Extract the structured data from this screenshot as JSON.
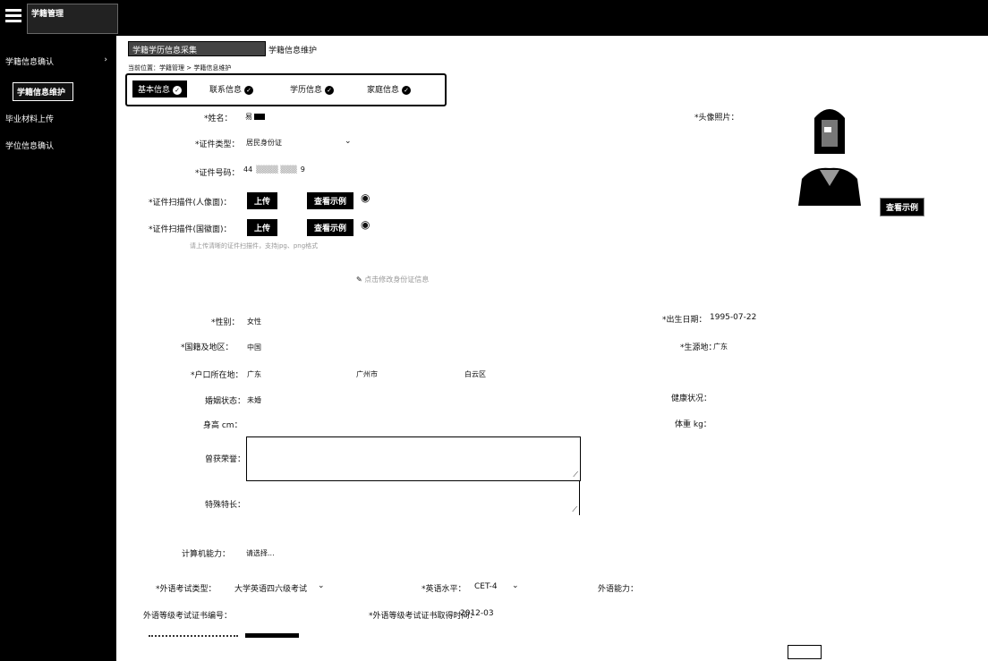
{
  "header": {
    "logo_line1": "学籍管理",
    "logo_line2": ""
  },
  "sidebar": {
    "items": [
      {
        "label": "学籍信息确认"
      },
      {
        "label": "学籍信息维护"
      },
      {
        "label": "毕业材料上传"
      },
      {
        "label": "学位信息确认"
      }
    ]
  },
  "page": {
    "title_box": "学籍学历信息采集",
    "title": "学籍信息维护",
    "breadcrumb": "当前位置：学籍管理 > 学籍信息维护"
  },
  "steps": [
    {
      "label": "基本信息"
    },
    {
      "label": "联系信息"
    },
    {
      "label": "学历信息"
    },
    {
      "label": "家庭信息"
    }
  ],
  "form": {
    "name_label": "*姓名：",
    "name_value": "易",
    "id_type_label": "*证件类型：",
    "id_type_value": "居民身份证",
    "id_number_label": "*证件号码：",
    "id_number_value": "44",
    "id_number_tail": "9",
    "scan_front_label": "*证件扫描件(人像面)：",
    "scan_back_label": "*证件扫描件(国徽面)：",
    "upload_btn": "上传",
    "example_btn": "查看示例",
    "upload_hint": "请上传清晰的证件扫描件，支持jpg、png格式",
    "edit_link": "点击修改身份证信息",
    "photo_label": "*头像照片：",
    "photo_example_btn": "查看示例",
    "gender_label": "*性别：",
    "gender_value": "女性",
    "birth_label": "*出生日期：",
    "birth_value": "1995-07-22",
    "nationality_label": "*国籍及地区：",
    "nationality_value": "中国",
    "native_label": "*生源地：",
    "native_value": "广东",
    "hukou_label": "*户口所在地：",
    "hukou_province": "广东",
    "hukou_city": "广州市",
    "hukou_district": "白云区",
    "marital_label": "婚姻状态：",
    "marital_value": "未婚",
    "health_label": "健康状况：",
    "height_label": "身高 cm：",
    "weight_label": "体重 kg：",
    "honors_label": "曾获荣誉：",
    "skills_label": "特殊特长：",
    "computer_label": "计算机能力：",
    "computer_value": "请选择...",
    "foreign_test_label": "*外语考试类型：",
    "foreign_test_value": "大学英语四六级考试",
    "level_label": "*英语水平：",
    "level_value": "CET-4",
    "ability_label": "外语能力：",
    "cert_no_label": "外语等级考试证书编号：",
    "cert_date_label": "*外语等级考试证书取得时间：",
    "cert_date_value": "2012-03"
  },
  "colors": {
    "bar": "#000000",
    "page": "#ffffff"
  }
}
